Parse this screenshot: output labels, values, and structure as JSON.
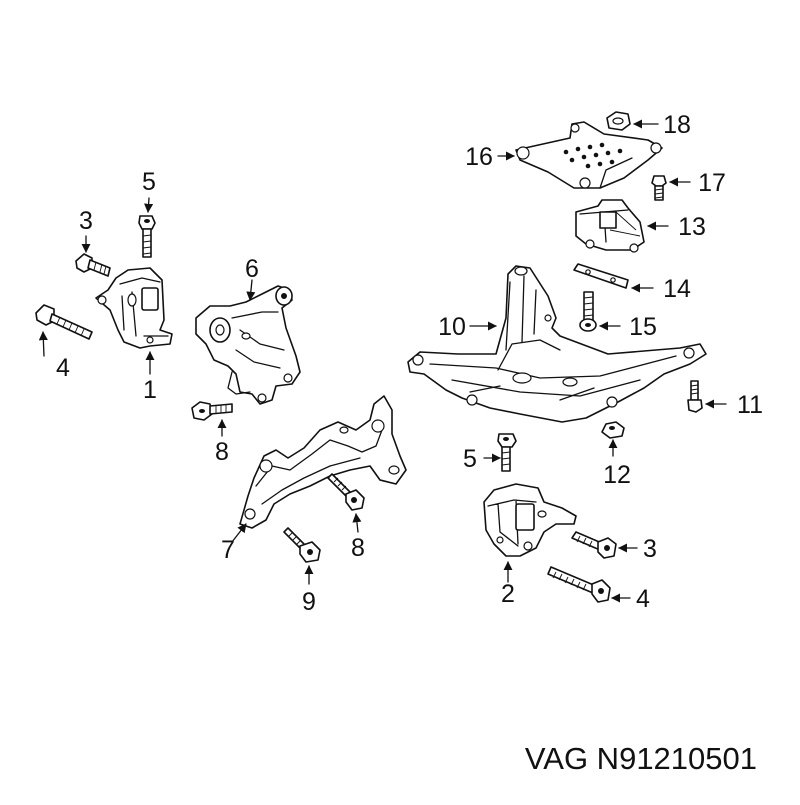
{
  "caption": "VAG N91210501",
  "callouts": {
    "c1": "1",
    "c2": "2",
    "c3a": "3",
    "c3b": "3",
    "c4a": "4",
    "c4b": "4",
    "c5a": "5",
    "c5b": "5",
    "c6": "6",
    "c7": "7",
    "c8a": "8",
    "c8b": "8",
    "c9": "9",
    "c10": "10",
    "c11": "11",
    "c12": "12",
    "c13": "13",
    "c14": "14",
    "c15": "15",
    "c16": "16",
    "c17": "17",
    "c18": "18"
  },
  "colors": {
    "ink": "#111111",
    "background": "#ffffff"
  }
}
